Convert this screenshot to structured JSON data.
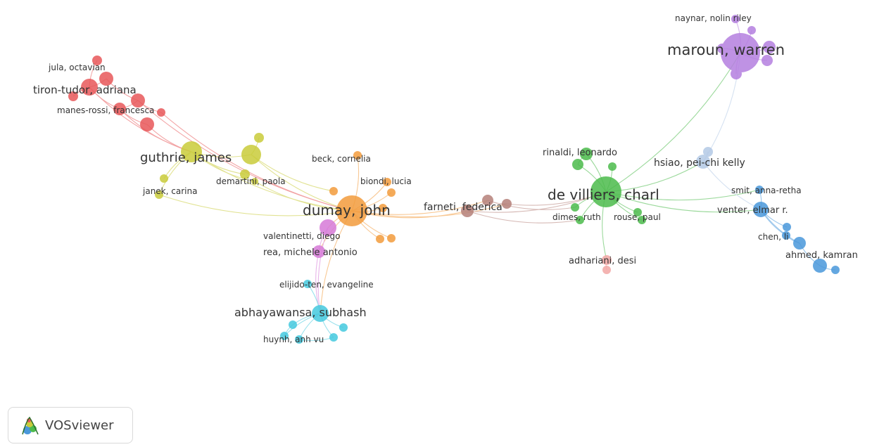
{
  "network": {
    "clusters": {
      "red": "#e8585a",
      "yellow": "#c9cc3a",
      "orange": "#f39c3d",
      "purple": "#b57fe0",
      "green": "#4cbb4c",
      "blue": "#4a98db",
      "lightblue": "#b3c9e6",
      "brown": "#b6817a",
      "pink": "#f2a7a5",
      "magenta": "#d77ad8",
      "cyan": "#45c9df"
    },
    "node_labels": {
      "jula": "jula, octavian",
      "tiron_tudor": "tiron-tudor, adriana",
      "manes_rossi": "manes-rossi, francesca",
      "guthrie": "guthrie, james",
      "demartini": "demartini, paola",
      "janek": "janek, carina",
      "beck": "beck, cornelia",
      "biondi": "biondi, lucia",
      "dumay": "dumay, john",
      "farneti": "farneti, federica",
      "valentinetti": "valentinetti, diego",
      "rea": "rea, michele antonio",
      "elijido": "elijido-ten, evangeline",
      "abhayawansa": "abhayawansa, subhash",
      "huynh": "huynh, anh vu",
      "naynar": "naynar, nolin riley",
      "maroun": "maroun, warren",
      "rinaldi": "rinaldi, leonardo",
      "hsiao": "hsiao, pei-chi kelly",
      "de_villiers": "de villiers, charl",
      "dimes": "dimes, ruth",
      "rouse": "rouse, paul",
      "smit": "smit, anna-retha",
      "venter": "venter, elmar r.",
      "chen": "chen, li",
      "ahmed": "ahmed, kamran",
      "adhariani": "adhariani, desi"
    }
  },
  "badge": {
    "label": "VOSviewer",
    "icon": "vosviewer-logo-icon"
  }
}
